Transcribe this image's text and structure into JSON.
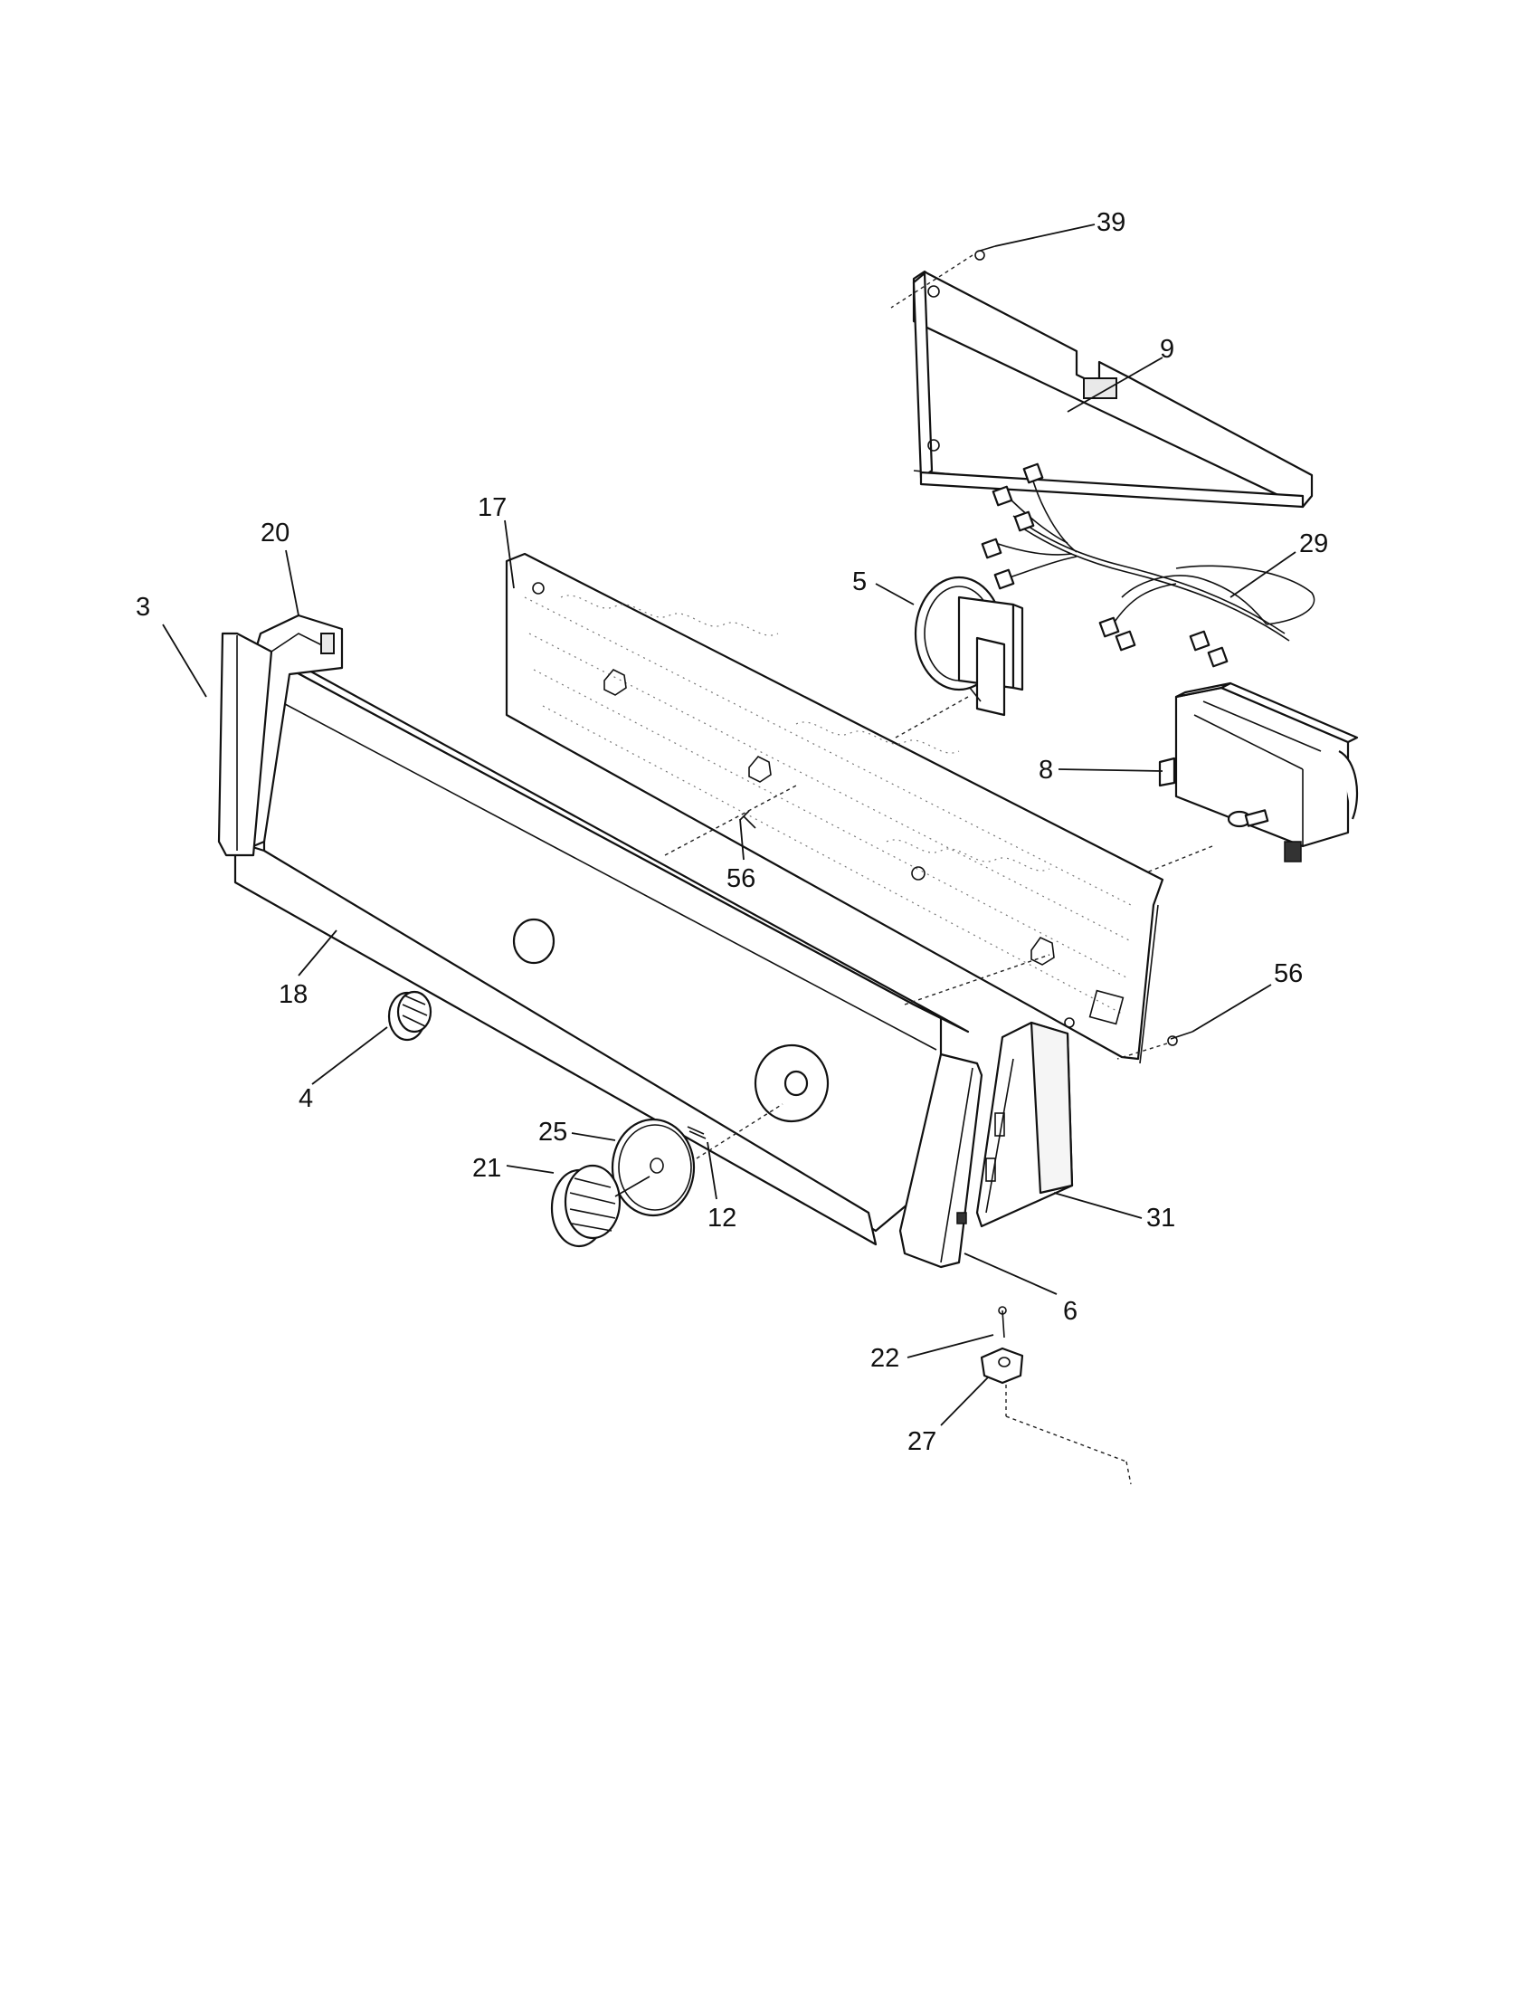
{
  "callouts": {
    "p39": "39",
    "p9": "9",
    "p17": "17",
    "p20": "20",
    "p3": "3",
    "p29": "29",
    "p5": "5",
    "p8": "8",
    "p56a": "56",
    "p56b": "56",
    "p18": "18",
    "p4": "4",
    "p25": "25",
    "p21": "21",
    "p12": "12",
    "p31": "31",
    "p6": "6",
    "p22": "22",
    "p27": "27"
  }
}
